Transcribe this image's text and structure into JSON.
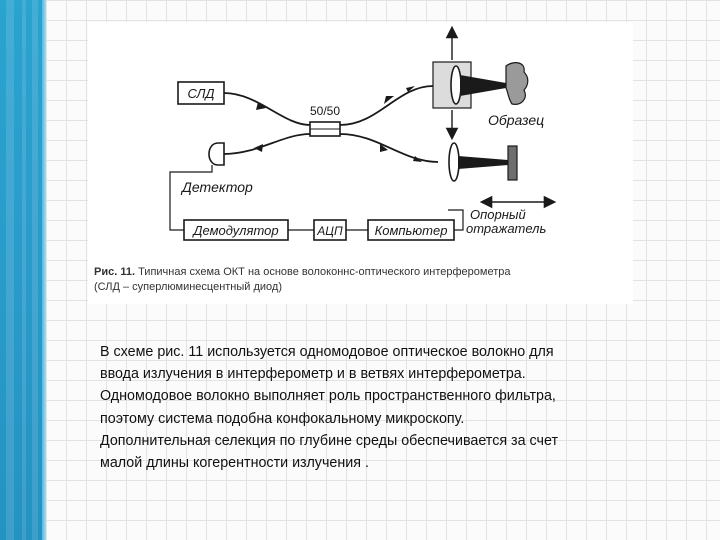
{
  "slide": {
    "figure": {
      "labels": {
        "sld": "СЛД",
        "coupler": "50/50",
        "sample": "Образец",
        "detector": "Детектор",
        "reference_line1": "Опорный",
        "reference_line2": "отражатель",
        "demodulator": "Демодулятор",
        "adc": "АЦП",
        "computer": "Компьютер"
      },
      "caption": {
        "line1_prefix": "Рис. 11.",
        "line1_text": " Типичная схема ОКТ на основе волоконнс-оптического интерферометра",
        "line2_text": "(СЛД – суперлюминесцентный диод)"
      }
    },
    "body_lines": [
      "В схеме рис. 11 используется одномодовое оптическое волокно для",
      "ввода излучения в интерферометр и в ветвях интерферометра.",
      "Одномодовое волокно выполняет роль пространственного фильтра,",
      "поэтому система подобна конфокальному микроскопу.",
      "Дополнительная селекция по глубине среды обеспечивается за счет",
      "малой длины когерентности излучения ."
    ]
  },
  "colors": {
    "sidebar": "#2a9ccb",
    "ink": "#1a1a1a",
    "caption": "#333333"
  }
}
